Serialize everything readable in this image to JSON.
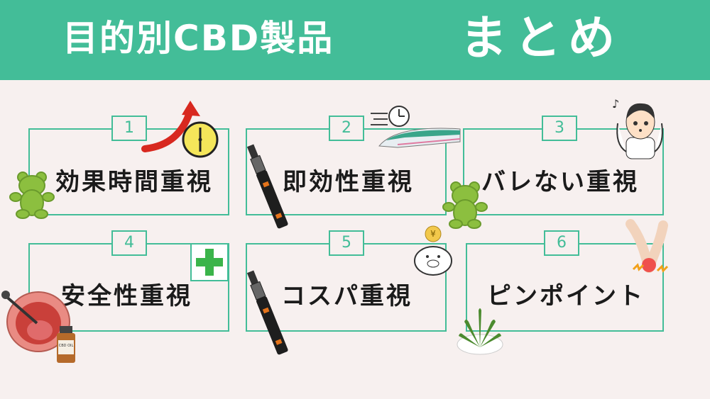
{
  "header": {
    "title_left": "目的別CBD製品",
    "title_right": "まとめ",
    "color": "#43bd98"
  },
  "cards": [
    {
      "number": "1",
      "label": "効果時間重視"
    },
    {
      "number": "2",
      "label": "即効性重視"
    },
    {
      "number": "3",
      "label": "バレない重視"
    },
    {
      "number": "4",
      "label": "安全性重視"
    },
    {
      "number": "5",
      "label": "コスパ重視"
    },
    {
      "number": "6",
      "label": "ピンポイント"
    }
  ],
  "decorations": {
    "bottle_label": "CBD OIL",
    "coin_symbol": "¥"
  }
}
